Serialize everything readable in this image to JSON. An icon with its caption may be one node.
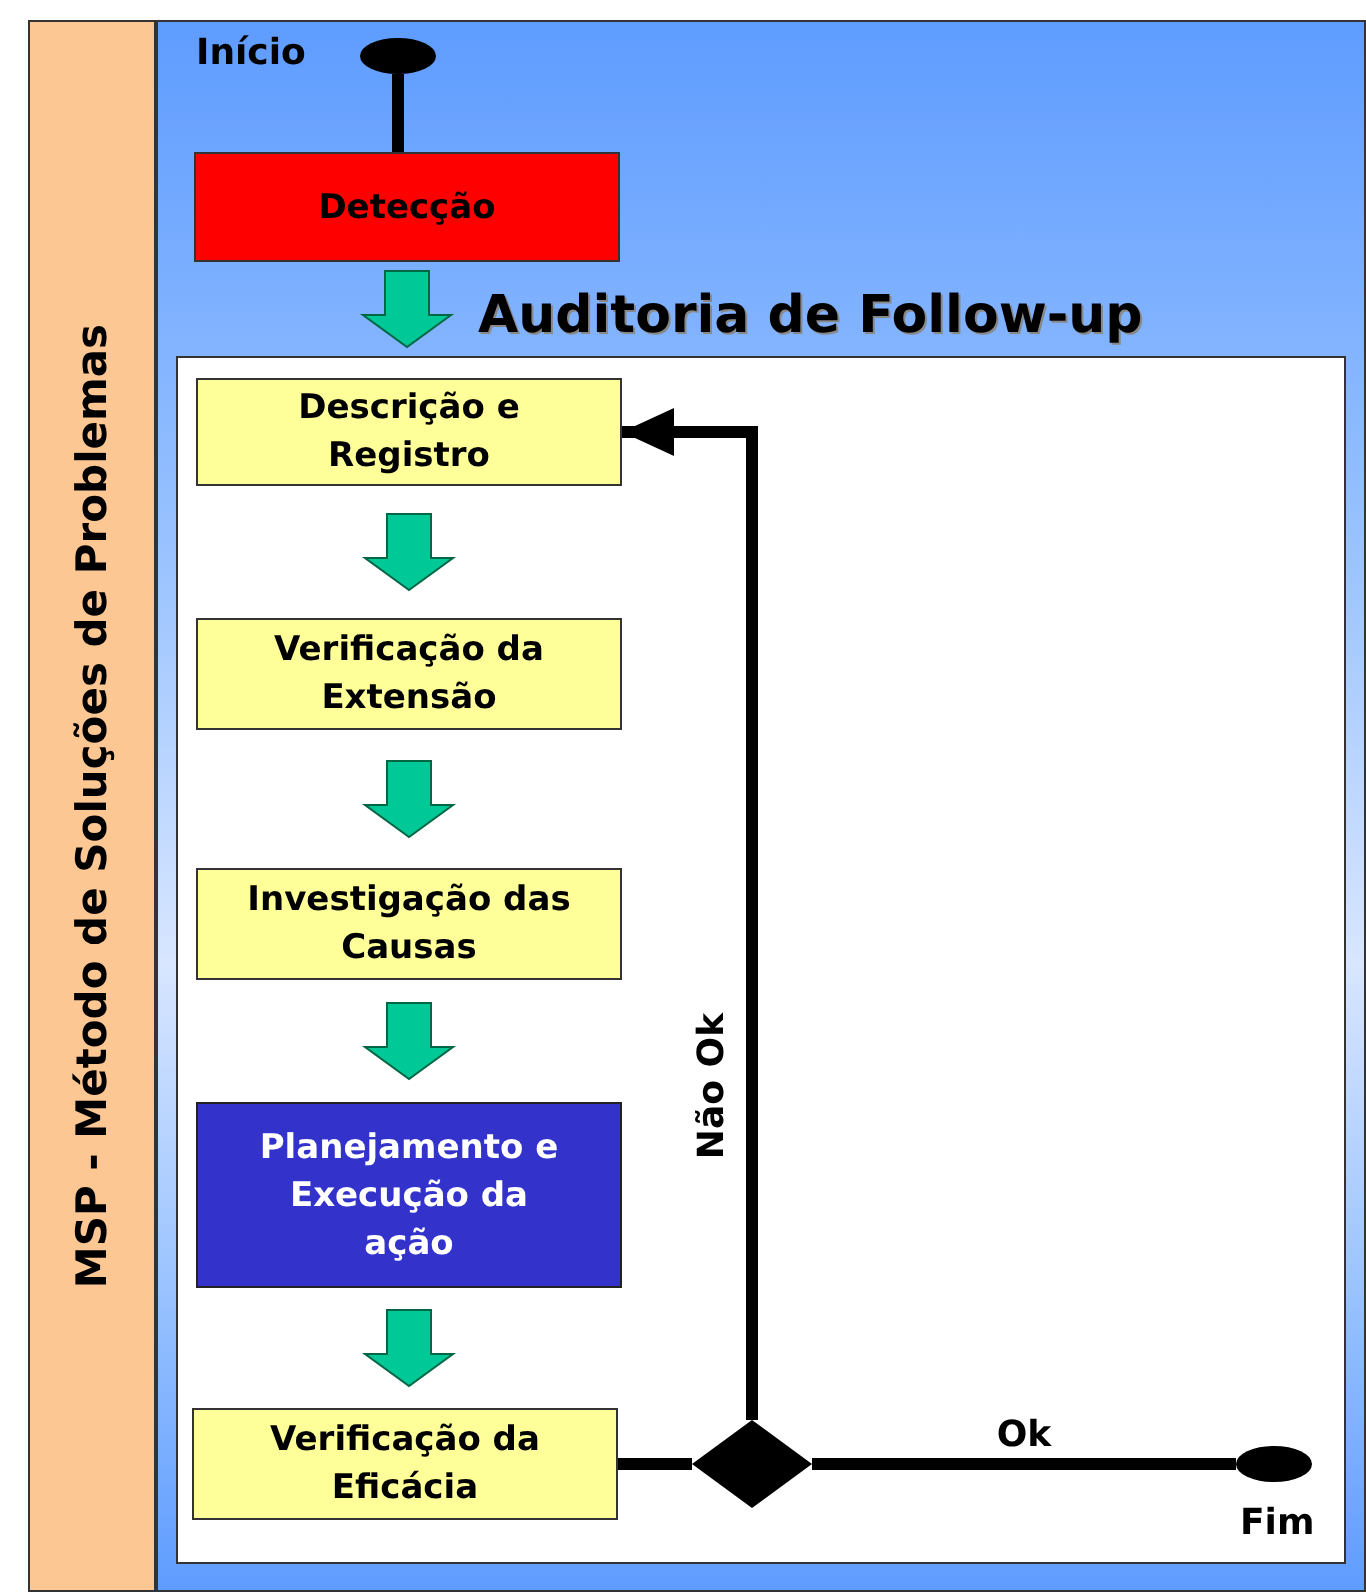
{
  "diagram": {
    "nodes": [
      {
        "text": [
          "MSP - Método de Soluções de Problemas"
        ]
      },
      {
        "text": [],
        "shape": "circle",
        "beside": [
          "Início"
        ]
      },
      {
        "text": [
          "Detecção"
        ]
      },
      {
        "text": [
          "Auditoria de Follow-up"
        ]
      },
      {
        "text": [
          "Descrição e Registro"
        ],
        "in": 3
      },
      {
        "text": [
          "Verificação da Extensão"
        ],
        "in": 3
      },
      {
        "text": [
          "Investigação das Causas"
        ],
        "in": 3
      },
      {
        "text": [
          "Planejamento e Execução da ação"
        ],
        "in": 3
      },
      {
        "text": [
          "Verificação da Eficácia"
        ],
        "in": 3
      },
      {
        "text": [],
        "shape": "diamond",
        "in": 3
      },
      {
        "text": [],
        "shape": "circle",
        "in": 3,
        "beside": [
          "Fim"
        ]
      }
    ],
    "edges": [
      {
        "from": 1,
        "to": 2,
        "arrow": "none",
        "color": "#000000"
      },
      {
        "from": 2,
        "to": 3,
        "arrow": "to",
        "style": "thick"
      },
      {
        "from": 4,
        "to": 5,
        "arrow": "to",
        "style": "thick"
      },
      {
        "from": 5,
        "to": 6,
        "arrow": "to",
        "style": "thick"
      },
      {
        "from": 6,
        "to": 7,
        "arrow": "to",
        "style": "thick"
      },
      {
        "from": 7,
        "to": 8,
        "arrow": "to",
        "style": "thick"
      },
      {
        "from": 8,
        "to": 9,
        "arrow": "none",
        "color": "#000000"
      },
      {
        "from": 9,
        "to": 4,
        "arrow": "to",
        "label": "Não Ok",
        "color": "#000000"
      },
      {
        "from": 9,
        "to": 10,
        "arrow": "none",
        "label": "Ok",
        "color": "#000000"
      }
    ]
  }
}
